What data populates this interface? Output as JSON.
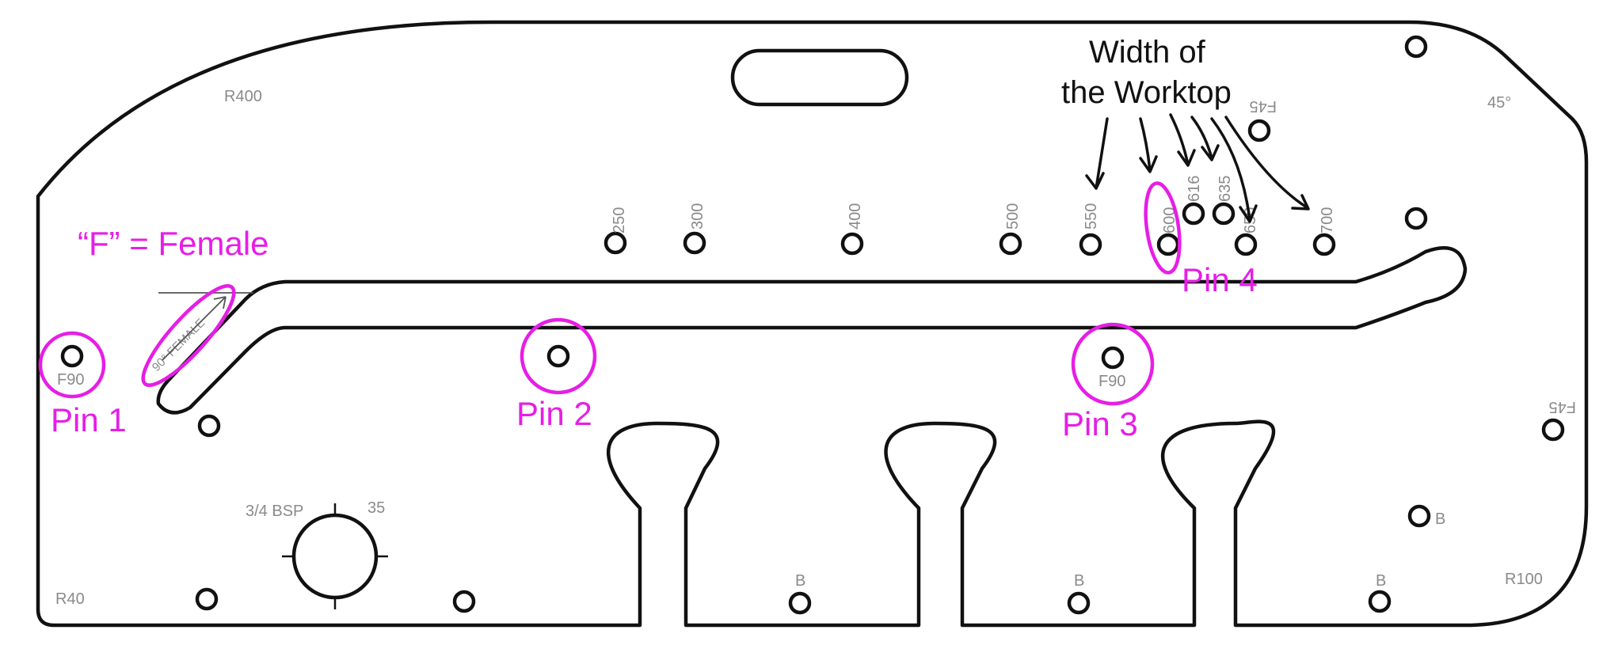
{
  "radius_labels": {
    "r400": "R400",
    "r40": "R40",
    "r100": "R100",
    "angle_45": "45°"
  },
  "width_title": {
    "line1": "Width of",
    "line2": "the Worktop"
  },
  "width_marks": [
    "250",
    "300",
    "400",
    "500",
    "550",
    "600",
    "616",
    "635",
    "650",
    "700"
  ],
  "engravings": {
    "f45_top": "F45",
    "f45_right": "F45",
    "f90_left": "F90",
    "f90_center": "F90",
    "female_slot": "90° FEMALE",
    "bsp": "3/4  BSP",
    "bsp_size": "35",
    "b_left": "B",
    "b_middle": "B",
    "b_right": "B",
    "b_side": "B"
  },
  "legend": {
    "female": "“F” = Female"
  },
  "pins": {
    "pin1": "Pin 1",
    "pin2": "Pin 2",
    "pin3": "Pin 3",
    "pin4": "Pin 4"
  },
  "colors": {
    "annotation": "#e61ee6",
    "outline": "#111111",
    "engraving": "#8a8a8a"
  }
}
